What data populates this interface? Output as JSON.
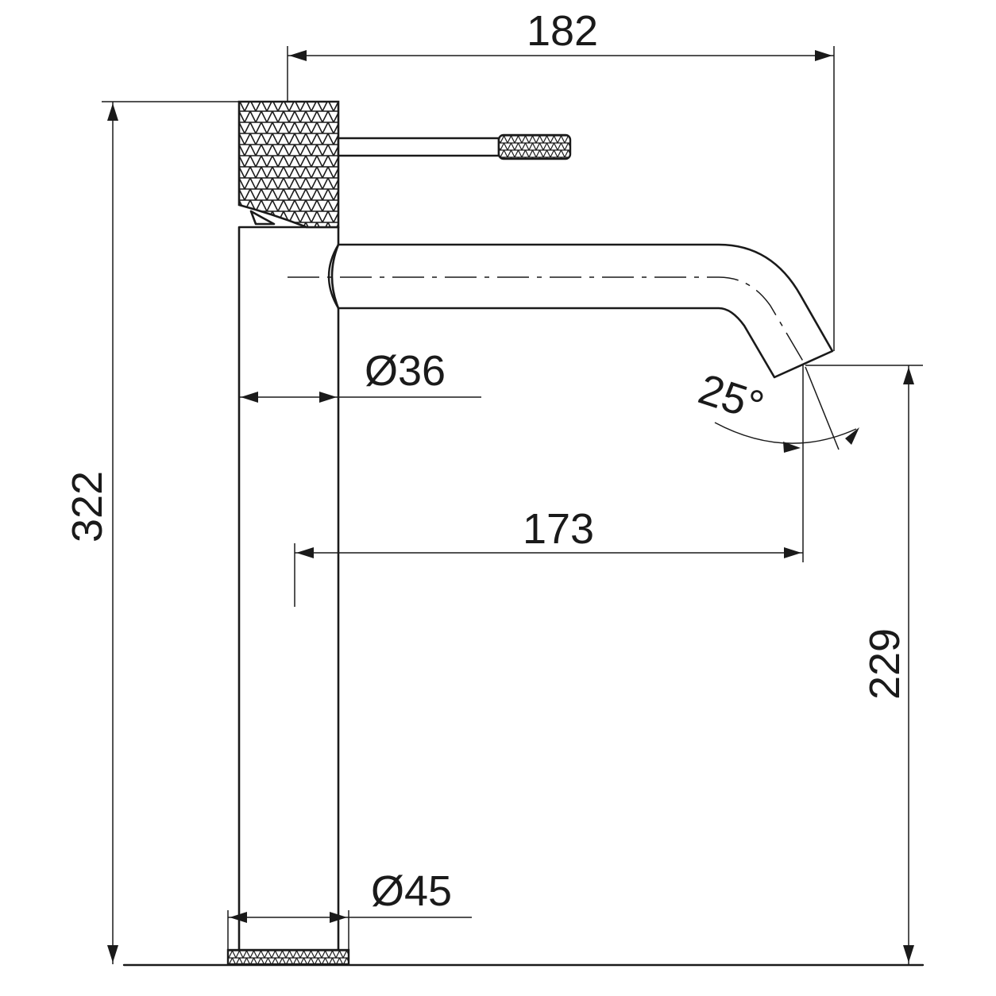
{
  "dimensions": {
    "total_reach": "182",
    "total_height": "322",
    "spout_reach": "173",
    "spout_height": "229",
    "body_diameter": "Ø36",
    "base_diameter": "Ø45",
    "spout_angle": "25°"
  },
  "colors": {
    "line": "#1a1a1a",
    "background": "#ffffff"
  }
}
